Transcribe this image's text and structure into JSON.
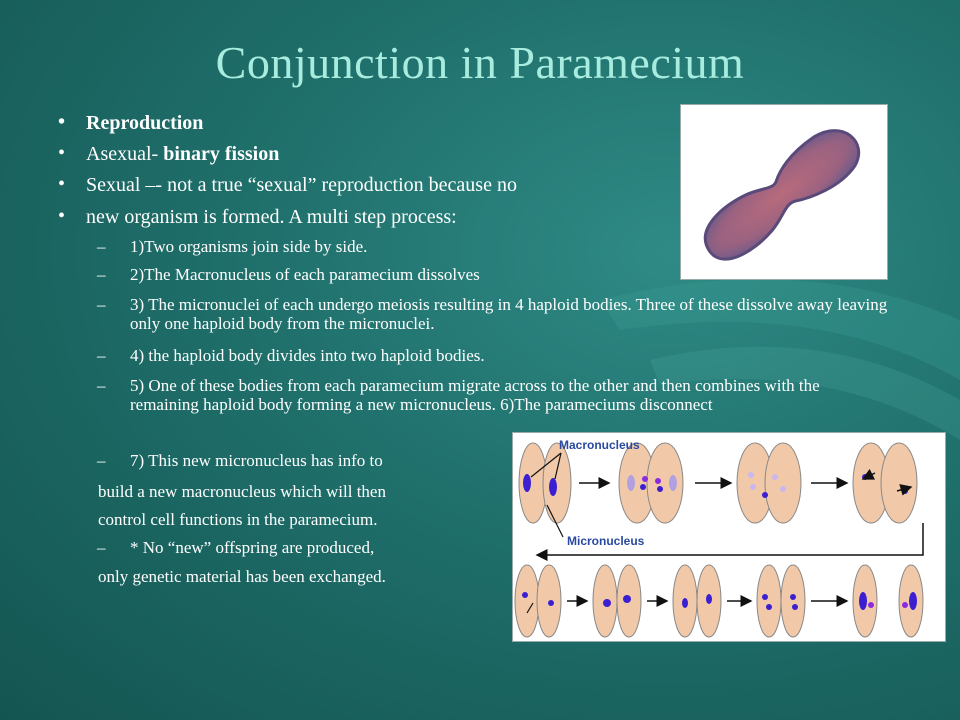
{
  "title": "Conjunction in Paramecium",
  "bullets": [
    {
      "text": "Reproduction",
      "bold": true
    },
    {
      "prefix": "Asexual- ",
      "bold_text": "binary fission"
    },
    {
      "text": "Sexual –- not a true “sexual” reproduction because no"
    },
    {
      "text": "new organism is formed. A multi step process:"
    }
  ],
  "steps": [
    "1)Two organisms join side by side.",
    "2)The Macronucleus of each paramecium dissolves",
    "3) The micronuclei of each undergo meiosis resulting in 4 haploid bodies. Three of these dissolve away leaving only one haploid body from the micronuclei.",
    "4) the haploid body divides into two haploid bodies.",
    "5) One of these bodies from each paramecium migrate across to the other and then combines with the remaining haploid body forming a new micronucleus. 6)The parameciums disconnect",
    "7) This new micronucleus has info to",
    "* No “new” offspring are produced,"
  ],
  "continuations": [
    "build a new macronucleus which will then",
    "control cell functions in the paramecium.",
    "only genetic material has been exchanged."
  ],
  "dash_glyph": "–",
  "bullet_glyph": "•",
  "diagram": {
    "label_macronucleus": "Macronucleus",
    "label_micronucleus": "Micronucleus"
  },
  "colors": {
    "background": "#1f6f6b",
    "title": "#a8ecdf",
    "text": "#ffffff",
    "cell_fill": "#f2c9a8",
    "macronucleus": "#3b1fd0",
    "micronucleus": "#8a2be2",
    "label_text": "#2a4aa0"
  }
}
